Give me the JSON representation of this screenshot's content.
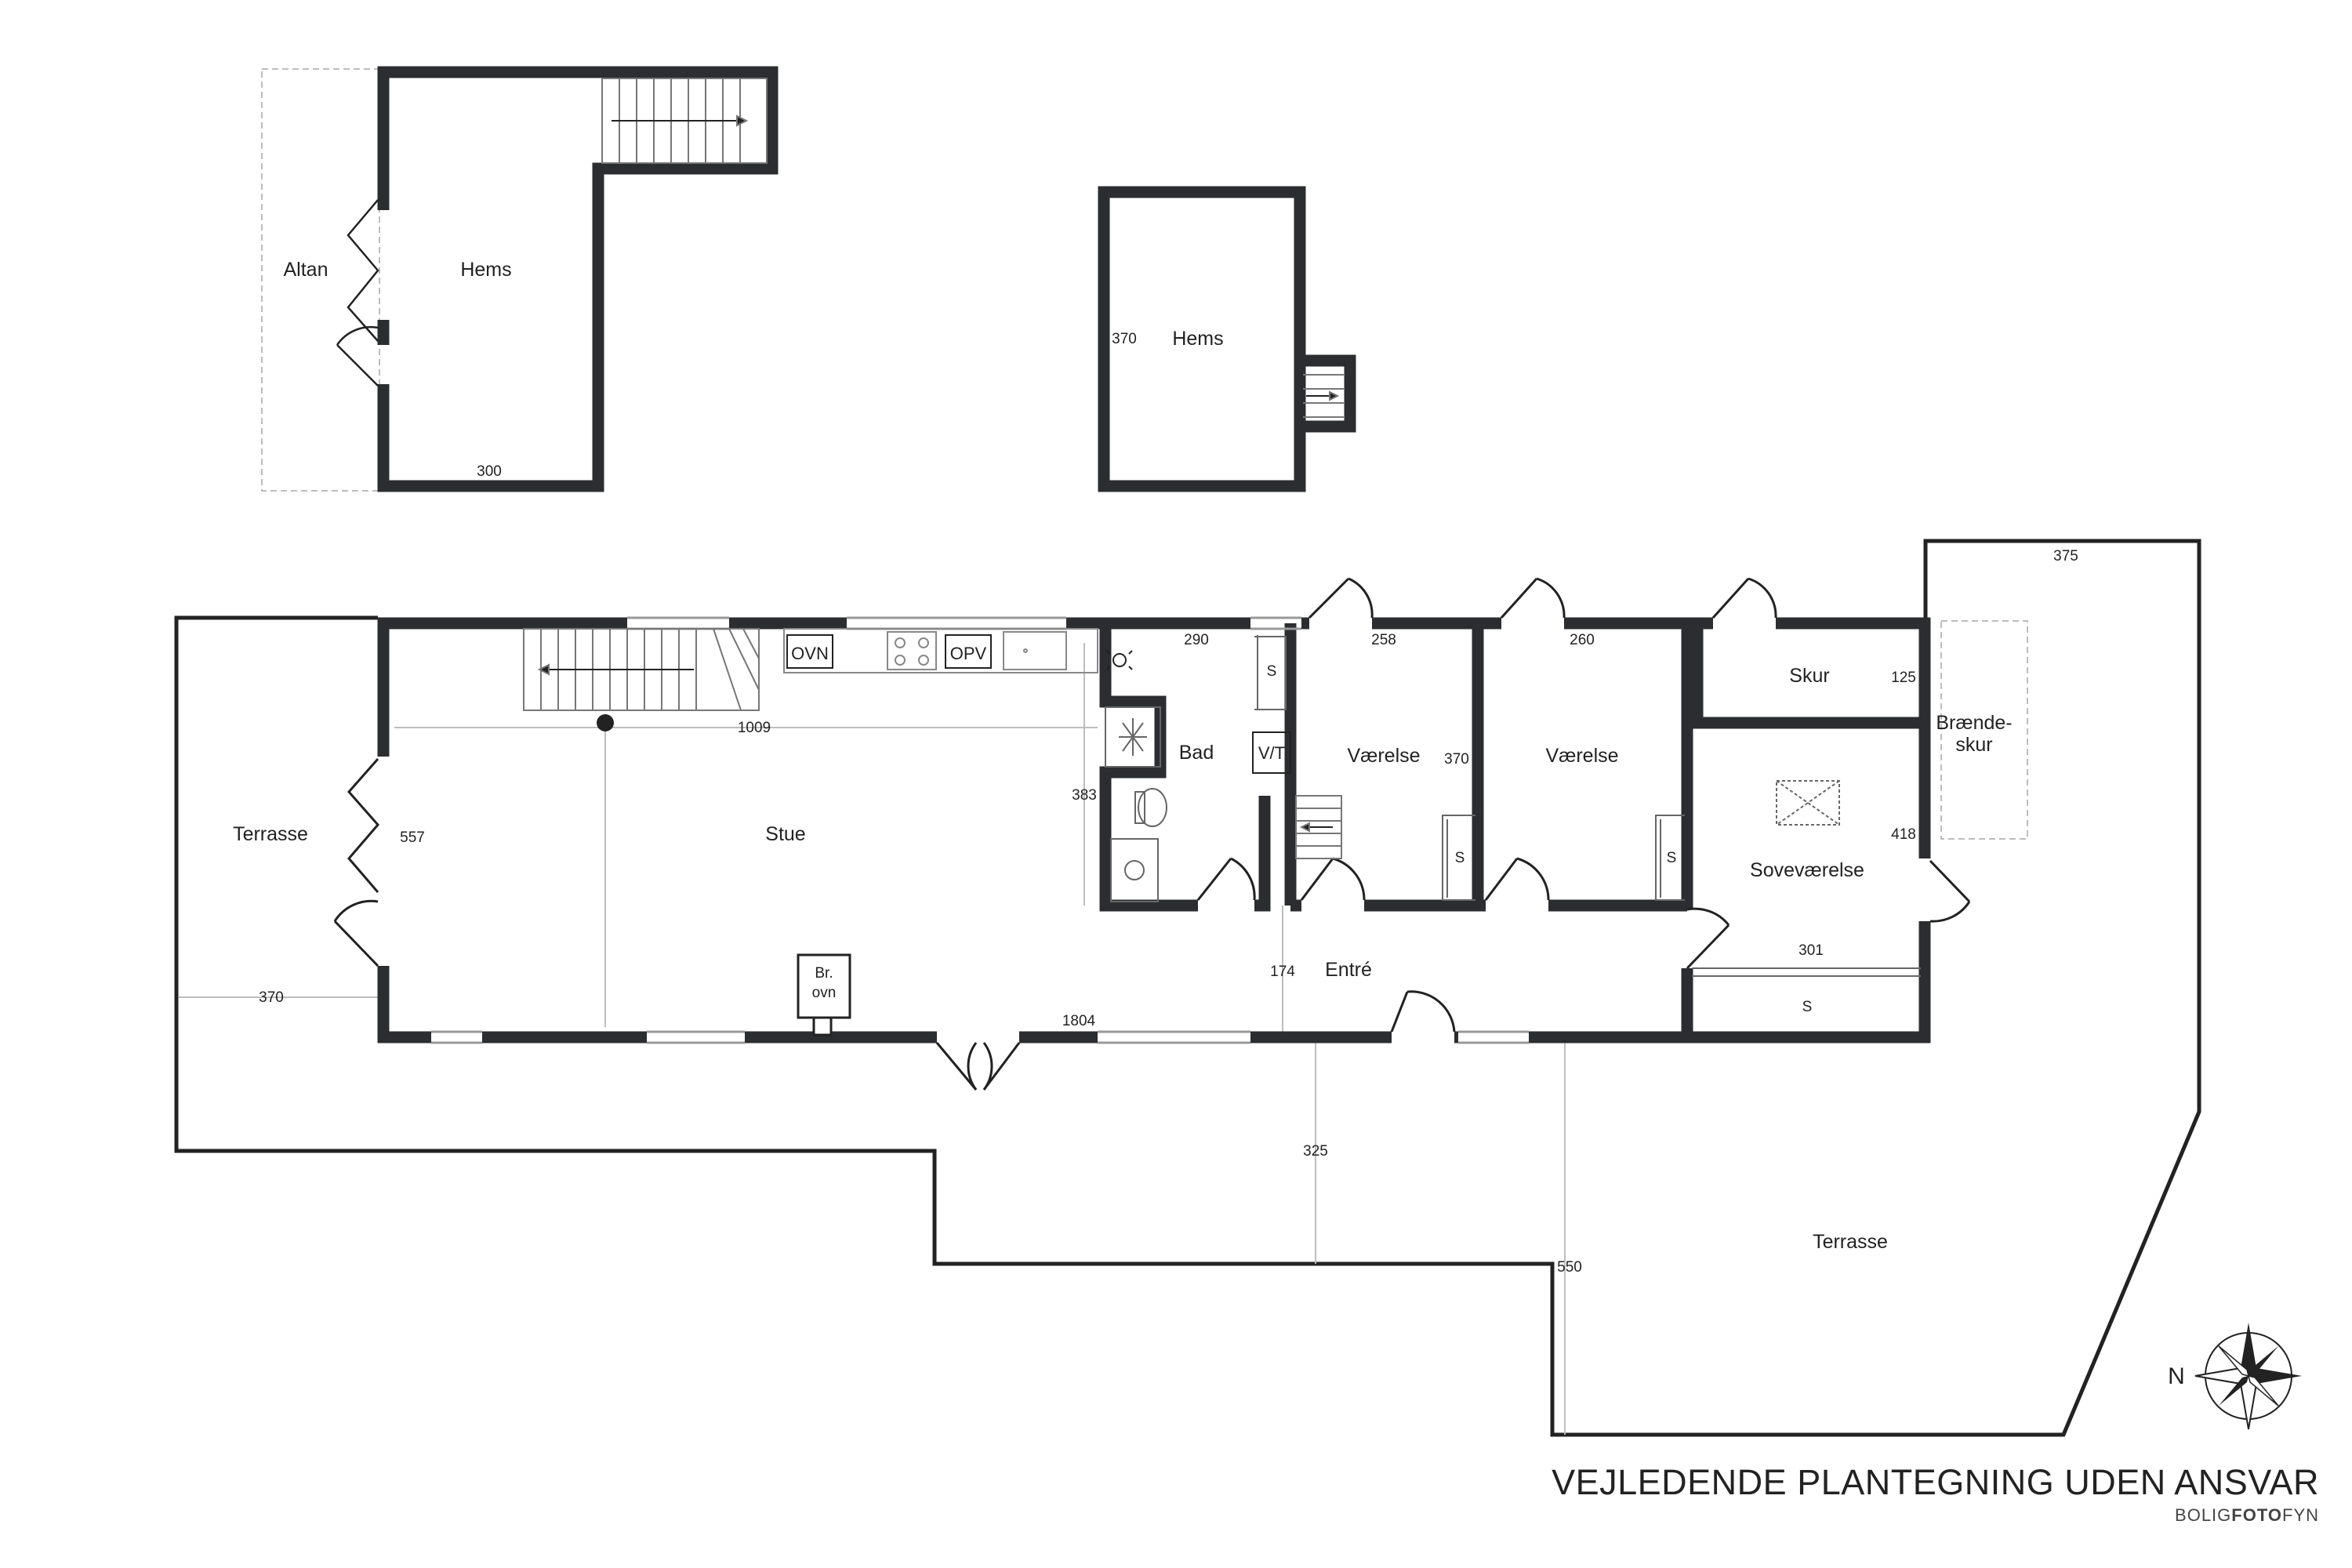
{
  "rooms": {
    "hems_left": "Hems",
    "altan": "Altan",
    "hems_mid": "Hems",
    "terrasse_west": "Terrasse",
    "stue": "Stue",
    "bad": "Bad",
    "vaerelse1": "Værelse",
    "vaerelse2": "Værelse",
    "skur": "Skur",
    "braendeskur_line1": "Brænde-",
    "braendeskur_line2": "skur",
    "sovevaerelse": "Soveværelse",
    "entre": "Entré",
    "terrasse_south": "Terrasse"
  },
  "dimensions": {
    "hems_left_width": "300",
    "hems_mid_depth": "370",
    "stue_length": "1009",
    "terrasse_depth": "557",
    "terrasse_width": "370",
    "bad_width": "290",
    "bad_depth": "383",
    "vaerelse1_width": "258",
    "vaerelse_depth": "370",
    "vaerelse2_width": "260",
    "skur_depth": "125",
    "braendeskur_width": "375",
    "sovevaerelse_depth": "418",
    "sovevaerelse_width": "301",
    "entre_depth": "174",
    "total_length": "1804",
    "terrasse_south_depth": "325",
    "terrasse_south_width": "550"
  },
  "fixtures": {
    "oven": "OVN",
    "dishwasher": "OPV",
    "washer_dryer": "V/T",
    "stove_line1": "Br.",
    "stove_line2": "ovn",
    "closet": "S"
  },
  "footer": {
    "title": "VEJLEDENDE PLANTEGNING UDEN ANSVAR",
    "brand_a": "BOLIG",
    "brand_b": "FOTO",
    "brand_c": "FYN"
  },
  "compass": {
    "direction_label": "N"
  },
  "colors": {
    "wall": "#2b2d30",
    "line": "#222222",
    "dim_line": "#bdbdbd"
  }
}
